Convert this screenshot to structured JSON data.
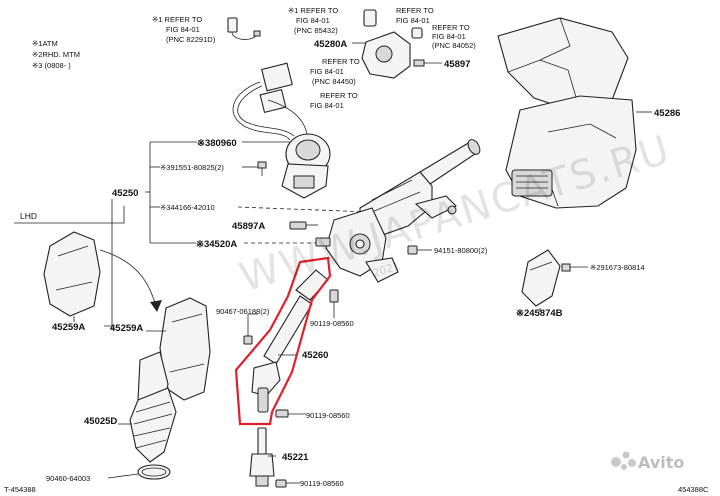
{
  "legend": {
    "line1": "※1ATM",
    "line2": "※2RHD. MTM",
    "line3": "※3 (0808-   )"
  },
  "section_label": "LHD",
  "refs": [
    {
      "text": "※1 REFER TO",
      "line2": "FIG 84-01",
      "line3": "(PNC 82291D)"
    },
    {
      "text": "※1 REFER TO",
      "line2": "FIG 84-01",
      "line3": "(PNC 85432)"
    },
    {
      "text": "REFER TO",
      "line2": "FIG 84-01",
      "line3": "(PNC 84052)"
    },
    {
      "text": "REFER TO",
      "line2": "FIG 84-01",
      "line3": "(PNC 84450)"
    },
    {
      "text": "REFER TO",
      "line2": "FIG 84-01",
      "line3": ""
    }
  ],
  "part_labels": {
    "p45280A": "45280A",
    "p45897": "45897",
    "p45286": "45286",
    "p380960": "※380960",
    "p91551": "※391551-80825(2)",
    "p45250": "45250",
    "p344166": "※344166-42010",
    "p45897A": "45897A",
    "p34520A": "※34520A",
    "p94151": "94151-80800(2)",
    "p91673": "※291673-80814",
    "p45259A_1": "45259A",
    "p45259A_2": "45259A",
    "p90467": "90467-06188(2)",
    "p90119_1": "90119-08560",
    "p245874B": "※245874B",
    "p45260": "45260",
    "p90119_2": "90119-08560",
    "p45025D": "45025D",
    "p45221": "45221",
    "p90460": "90460-64003",
    "p90119_3": "90119-08560"
  },
  "watermark": "WWW.JAPANCATS.RU",
  "watermark_small": "2021",
  "footer": {
    "left": "T-454388",
    "right": "454388C",
    "brand": "Avito"
  },
  "colors": {
    "highlight": "#e0202a",
    "line": "#222222"
  }
}
